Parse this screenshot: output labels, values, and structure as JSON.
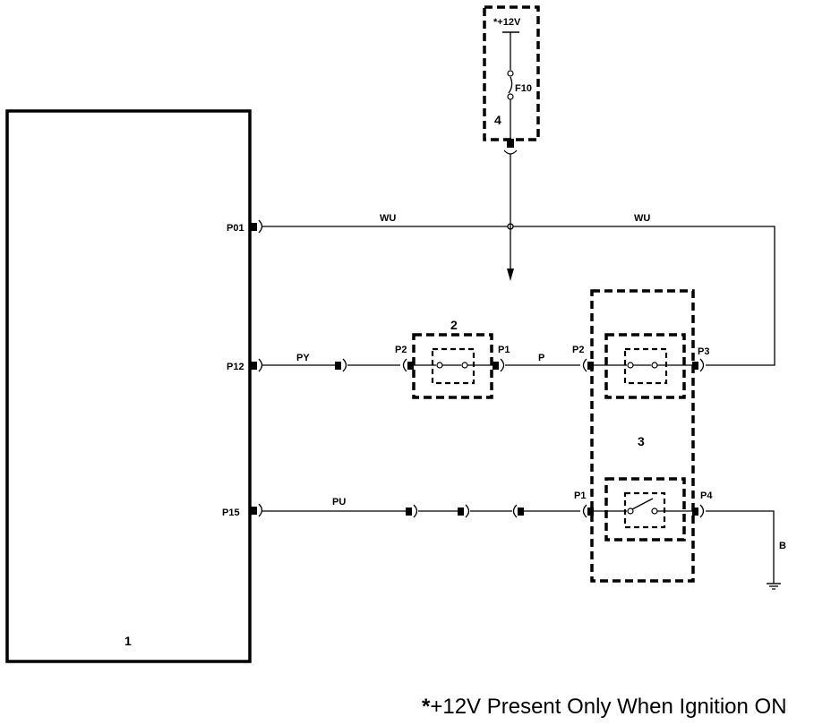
{
  "components": {
    "ecu": "1",
    "switch_2": "2",
    "switch_3": "3",
    "fuse_box": "4"
  },
  "pins": {
    "p01": "P01",
    "p12": "P12",
    "p15": "P15",
    "sw2_p2": "P2",
    "sw2_p1": "P1",
    "sw3_p2": "P2",
    "sw3_p3": "P3",
    "sw3_p1": "P1",
    "sw3_p4": "P4"
  },
  "wires": {
    "wu_left": "WU",
    "wu_right": "WU",
    "py": "PY",
    "p": "P",
    "pu": "PU",
    "b": "B"
  },
  "fuse": {
    "supply": "*+12V",
    "name": "F10"
  },
  "footnote": {
    "star": "*",
    "text": "+12V Present Only When Ignition ON"
  }
}
